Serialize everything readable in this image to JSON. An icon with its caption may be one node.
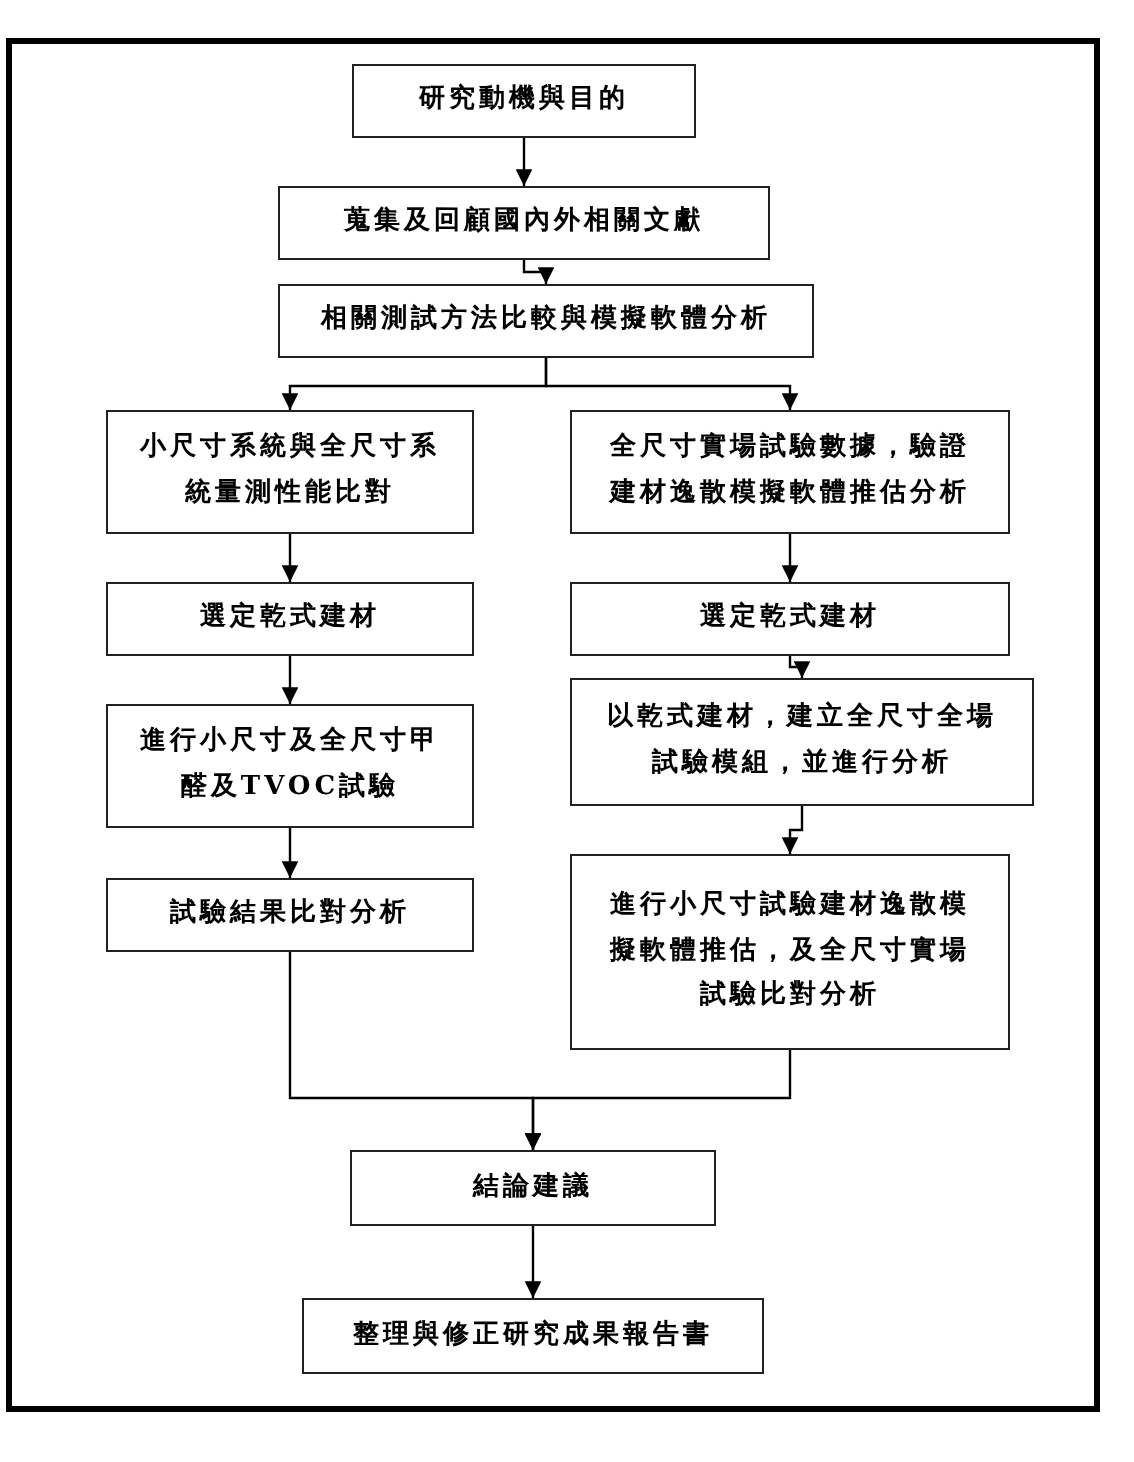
{
  "diagram": {
    "nodes": [
      {
        "text": [
          "研究動機與目的"
        ]
      },
      {
        "text": [
          "蒐集及回顧國內外相關文獻"
        ]
      },
      {
        "text": [
          "相關測試方法比較與模擬軟體分析"
        ]
      },
      {
        "text": [
          "小尺寸系統與全尺寸系統量測性能比對"
        ]
      },
      {
        "text": [
          "全尺寸實場試驗數據，驗證建材逸散模擬軟體推估分析"
        ]
      },
      {
        "text": [
          "選定乾式建材"
        ]
      },
      {
        "text": [
          "選定乾式建材"
        ]
      },
      {
        "text": [
          "進行小尺寸及全尺寸甲醛及TVOC試驗"
        ]
      },
      {
        "text": [
          "以乾式建材，建立全尺寸全場試驗模組，並進行分析"
        ]
      },
      {
        "text": [
          "試驗結果比對分析"
        ]
      },
      {
        "text": [
          "進行小尺寸試驗建材逸散模擬軟體推估，及全尺寸實場試驗比對分析"
        ]
      },
      {
        "text": [
          "結論建議"
        ]
      },
      {
        "text": [
          "整理與修正研究成果報告書"
        ]
      }
    ],
    "edges": [
      {
        "from": 0,
        "to": 1,
        "arrow": "to"
      },
      {
        "from": 1,
        "to": 2,
        "arrow": "to"
      },
      {
        "from": 2,
        "to": 3,
        "arrow": "to"
      },
      {
        "from": 2,
        "to": 4,
        "arrow": "to"
      },
      {
        "from": 3,
        "to": 5,
        "arrow": "to"
      },
      {
        "from": 5,
        "to": 7,
        "arrow": "to"
      },
      {
        "from": 7,
        "to": 9,
        "arrow": "to"
      },
      {
        "from": 4,
        "to": 6,
        "arrow": "to"
      },
      {
        "from": 6,
        "to": 8,
        "arrow": "to"
      },
      {
        "from": 8,
        "to": 10,
        "arrow": "to"
      },
      {
        "from": 9,
        "to": 11,
        "arrow": "to"
      },
      {
        "from": 10,
        "to": 11,
        "arrow": "to"
      },
      {
        "from": 11,
        "to": 12,
        "arrow": "to"
      }
    ]
  }
}
